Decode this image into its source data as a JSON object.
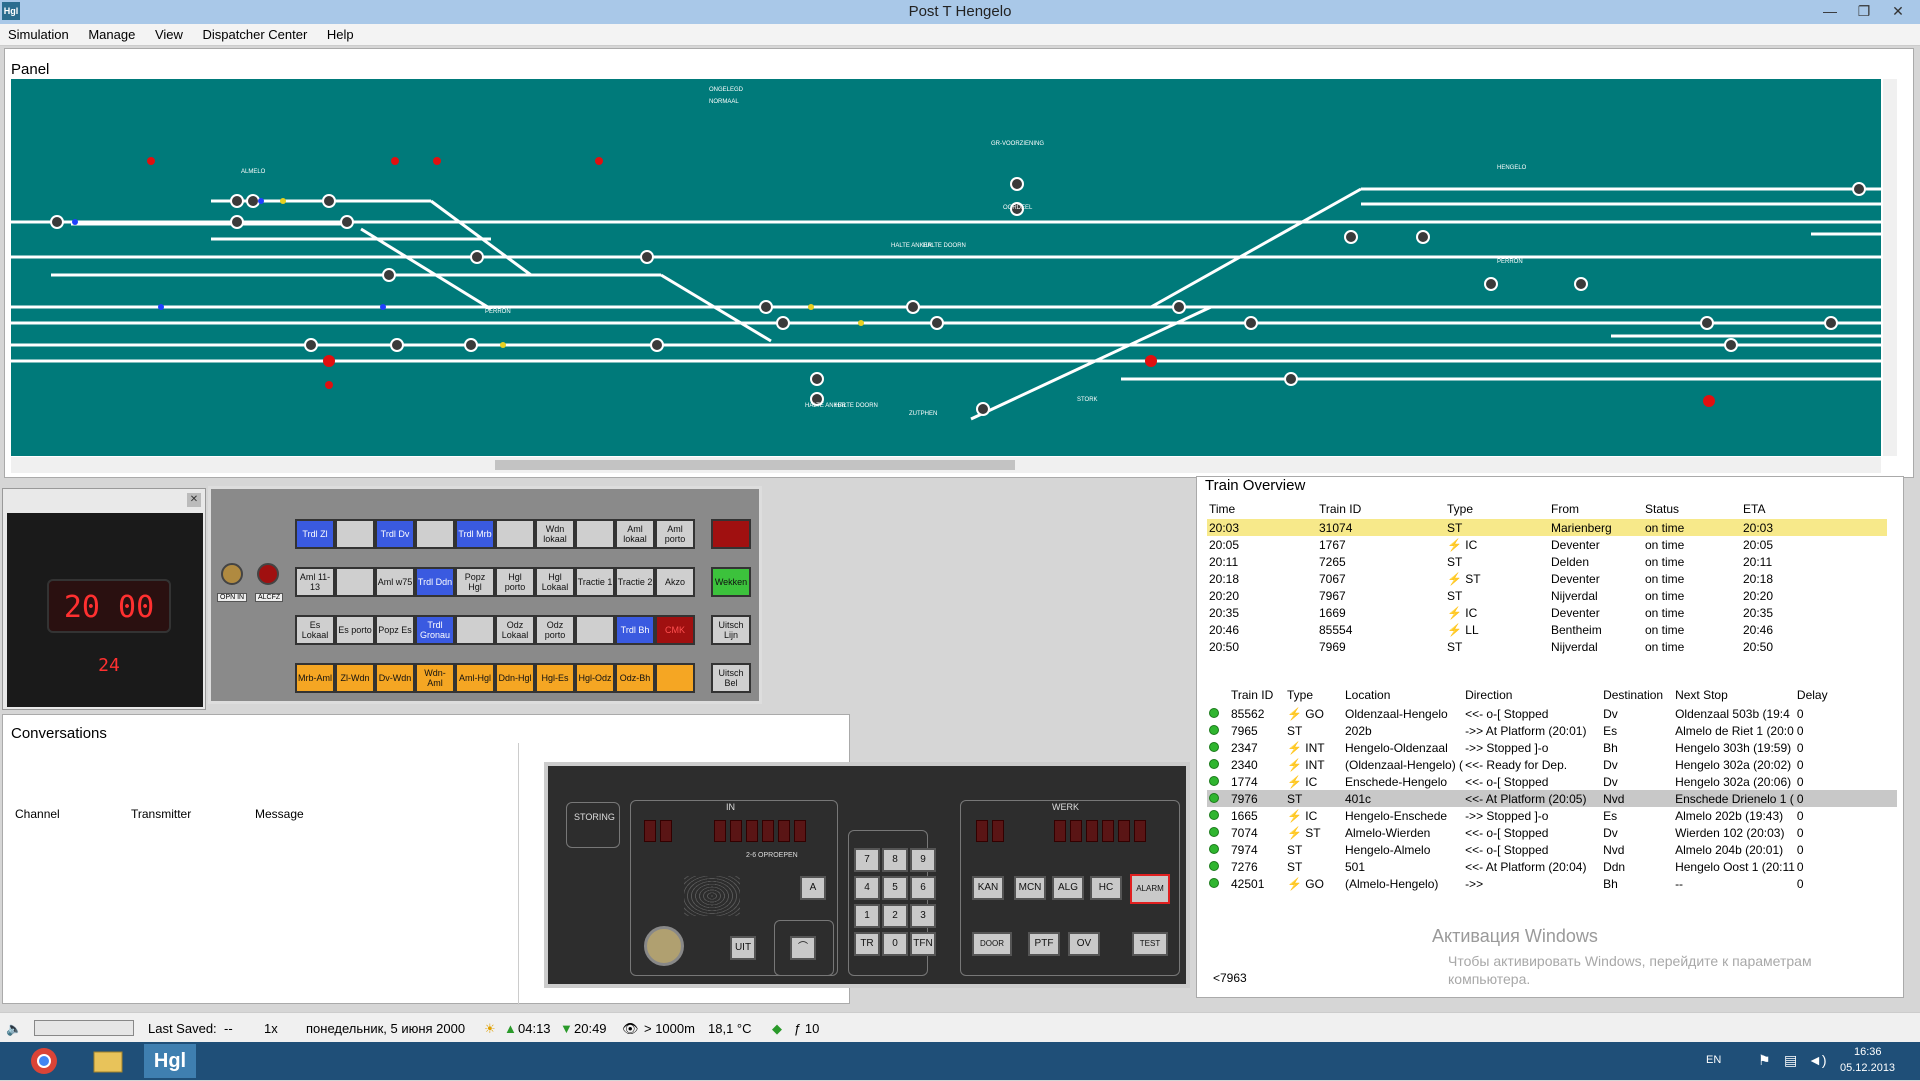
{
  "window": {
    "title": "Post T Hengelo",
    "app_icon_text": "Hgl",
    "min": "—",
    "max": "❐",
    "close": "✕"
  },
  "menu": [
    "Simulation",
    "Manage",
    "View",
    "Dispatcher Center",
    "Help"
  ],
  "panel": {
    "title": "Panel",
    "labels": [
      "ALMELO",
      "PERRON",
      "HENGELO",
      "PERRON",
      "ZUTPHEN",
      "STORK",
      "GR-VOORZIENING",
      "OORDEEL",
      "HALTE ANKER",
      "HALTE DOORN",
      "HALTE ANKER",
      "HALTE DOORN",
      "NORMAAL",
      "ONGELEGD"
    ]
  },
  "clock": {
    "hhmm": "20 00",
    "ss": "24"
  },
  "controls": {
    "row1": [
      "Trdl Zl",
      "",
      "Trdl Dv",
      "",
      "Trdl Mrb",
      "",
      "Wdn lokaal",
      "",
      "Aml lokaal",
      "Aml porto"
    ],
    "row2": [
      "Aml 11-13",
      "",
      "Aml w75",
      "Trdl Ddn",
      "Popz Hgl",
      "Hgl porto",
      "Hgl Lokaal",
      "Tractie 1",
      "Tractie 2",
      "Akzo"
    ],
    "row3": [
      "Es Lokaal",
      "Es porto",
      "Popz Es",
      "Trdl Gronau",
      "",
      "Odz Lokaal",
      "Odz porto",
      "",
      "Trdl Bh",
      "CMK"
    ],
    "row4": [
      "Mrb-Aml",
      "Zl-Wdn",
      "Dv-Wdn",
      "Wdn-Aml",
      "Aml-Hgl",
      "Ddn-Hgl",
      "Hgl-Es",
      "Hgl-Odz",
      "Odz-Bh",
      ""
    ],
    "side": [
      "",
      "Wekken",
      "Uitsch Lijn",
      "Uitsch Bel"
    ],
    "knob_labels": [
      "OPN IN",
      "ALCFZ"
    ]
  },
  "conversations": {
    "title": "Conversations",
    "headers": [
      "Channel",
      "Transmitter",
      "Message"
    ]
  },
  "radio": {
    "in_label": "IN",
    "werk_label": "WERK",
    "storing": "STORING",
    "oproepen": "2-6 OPROEPEN",
    "keys": [
      "7",
      "8",
      "9",
      "4",
      "5",
      "6",
      "1",
      "2",
      "3",
      "TR",
      "0",
      "TFN"
    ],
    "a_key": "A",
    "uit": "UIT",
    "hook": "⌒",
    "werk_keys": [
      "KAN",
      "MCN",
      "ALG",
      "HC",
      "ALARM"
    ],
    "bottom_keys": [
      "DOOR",
      "PTF",
      "OV",
      "TEST"
    ]
  },
  "train_overview": {
    "title": "Train Overview",
    "headers": [
      "Time",
      "Train ID",
      "Type",
      "From",
      "Status",
      "ETA"
    ],
    "rows": [
      [
        "20:03",
        "31074",
        "",
        "ST",
        "Marienberg",
        "on time",
        "20:03"
      ],
      [
        "20:05",
        "1767",
        "⚡",
        "IC",
        "Deventer",
        "on time",
        "20:05"
      ],
      [
        "20:11",
        "7265",
        "",
        "ST",
        "Delden",
        "on time",
        "20:11"
      ],
      [
        "20:18",
        "7067",
        "⚡",
        "ST",
        "Deventer",
        "on time",
        "20:18"
      ],
      [
        "20:20",
        "7967",
        "",
        "ST",
        "Nijverdal",
        "on time",
        "20:20"
      ],
      [
        "20:35",
        "1669",
        "⚡",
        "IC",
        "Deventer",
        "on time",
        "20:35"
      ],
      [
        "20:46",
        "85554",
        "⚡",
        "LL",
        "Bentheim",
        "on time",
        "20:46"
      ],
      [
        "20:50",
        "7969",
        "",
        "ST",
        "Nijverdal",
        "on time",
        "20:50"
      ]
    ]
  },
  "active_trains": {
    "headers": [
      "Train ID",
      "Type",
      "Location",
      "Direction",
      "Destination",
      "Next Stop",
      "Delay"
    ],
    "rows": [
      [
        "85562",
        "⚡",
        "GO",
        "Oldenzaal-Hengelo",
        "<<- o-[ Stopped",
        "Dv",
        "Oldenzaal 503b (19:4",
        "0"
      ],
      [
        "7965",
        "",
        "ST",
        "202b",
        "->> At Platform (20:01)",
        "Es",
        "Almelo de Riet 1 (20:0",
        "0"
      ],
      [
        "2347",
        "⚡",
        "INT",
        "Hengelo-Oldenzaal",
        "->> Stopped ]-o",
        "Bh",
        "Hengelo 303h (19:59)",
        "0"
      ],
      [
        "2340",
        "⚡",
        "INT",
        "(Oldenzaal-Hengelo) (",
        "<<- Ready for Dep.",
        "Dv",
        "Hengelo 302a (20:02)",
        "0"
      ],
      [
        "1774",
        "⚡",
        "IC",
        "Enschede-Hengelo",
        "<<- o-[ Stopped",
        "Dv",
        "Hengelo 302a (20:06)",
        "0"
      ],
      [
        "7976",
        "",
        "ST",
        "401c",
        "<<- At Platform (20:05)",
        "Nvd",
        "Enschede Drienelo 1 (",
        "0"
      ],
      [
        "1665",
        "⚡",
        "IC",
        "Hengelo-Enschede",
        "->> Stopped ]-o",
        "Es",
        "Almelo 202b (19:43)",
        "0"
      ],
      [
        "7074",
        "⚡",
        "ST",
        "Almelo-Wierden",
        "<<- o-[ Stopped",
        "Dv",
        "Wierden 102 (20:03)",
        "0"
      ],
      [
        "7974",
        "",
        "ST",
        "Hengelo-Almelo",
        "<<- o-[ Stopped",
        "Nvd",
        "Almelo 204b (20:01)",
        "0"
      ],
      [
        "7276",
        "",
        "ST",
        "501",
        "<<- At Platform (20:04)",
        "Ddn",
        "Hengelo Oost 1 (20:11",
        "0"
      ],
      [
        "42501",
        "⚡",
        "GO",
        "(Almelo-Hengelo)",
        "->>",
        "Bh",
        "--",
        "0"
      ]
    ],
    "command": "<7963"
  },
  "watermark": {
    "line1": "Активация Windows",
    "line2": "Чтобы активировать Windows, перейдите к параметрам компьютера."
  },
  "status": {
    "last_saved_label": "Last Saved:",
    "last_saved": "--",
    "speed": "1x",
    "date": "понедельник, 5 июня 2000",
    "sunrise": "04:13",
    "sunset": "20:49",
    "visibility": "> 1000m",
    "temp": "18,1 °C",
    "freq": "ƒ 10"
  },
  "taskbar": {
    "lang": "EN",
    "time": "16:36",
    "date": "05.12.2013",
    "app": "Hgl"
  },
  "colors": {
    "track_bg": "#007a7a",
    "highlight": "#f7e98a",
    "status_ok": "#2fb52f"
  }
}
